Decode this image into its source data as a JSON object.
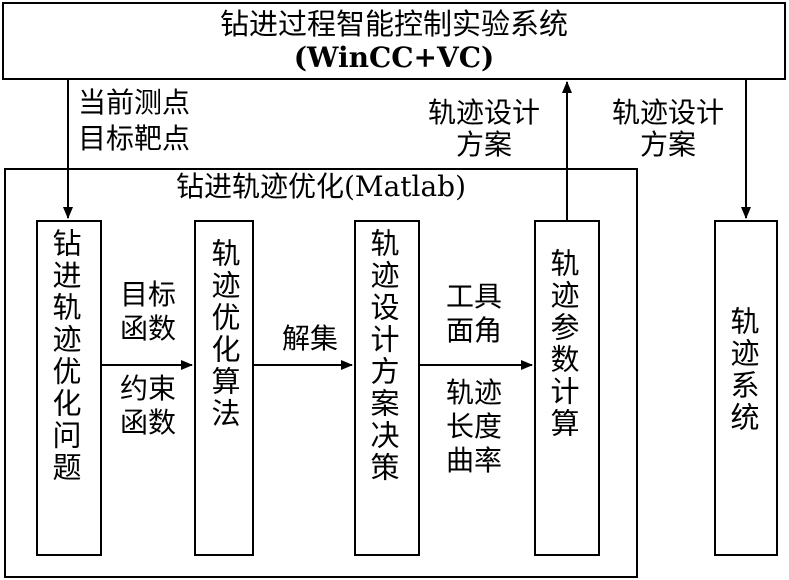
{
  "top_system": {
    "title": "钻进过程智能控制实验系统",
    "subtitle": "(WinCC+VC)"
  },
  "left_labels": {
    "line1": "当前测点",
    "line2": "目标靶点"
  },
  "up_labels": {
    "line1": "轨迹设计",
    "line2": "方案"
  },
  "right_labels": {
    "line1": "轨迹设计",
    "line2": "方案"
  },
  "optimization_group": {
    "title": "钻进轨迹优化(Matlab)"
  },
  "boxes": {
    "problem": "钻进轨迹优化问题",
    "algorithm": "轨迹优化算法",
    "decision": "轨迹设计方案决策",
    "params": "轨迹参数计算",
    "trajectory_system": "轨迹系统"
  },
  "edge_labels": {
    "objective": "目标\n函数",
    "constraint": "约束\n函数",
    "solution_set": "解集",
    "tool_face": "工具\n面角",
    "trajectory_length": "轨迹\n长度\n曲率"
  }
}
